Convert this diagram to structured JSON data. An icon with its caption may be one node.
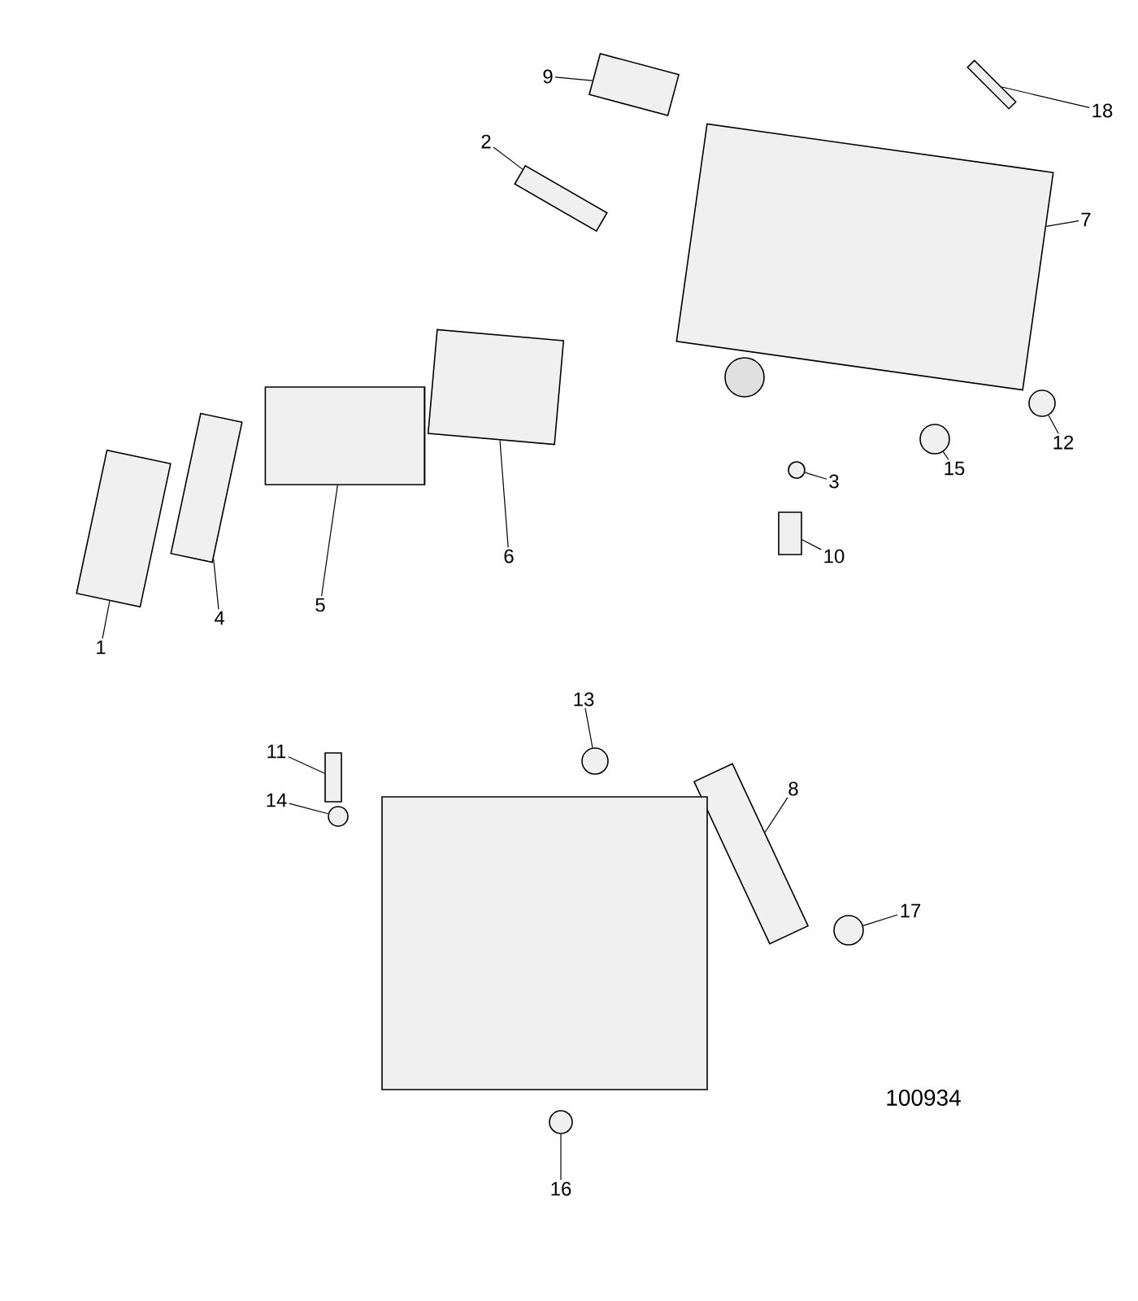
{
  "diagram": {
    "nodes": [
      {
        "text": [
          "1"
        ]
      },
      {
        "text": [],
        "shape": "box"
      },
      {
        "text": [
          "4"
        ]
      },
      {
        "text": [],
        "shape": "box"
      },
      {
        "text": [
          "5"
        ]
      },
      {
        "text": [],
        "shape": "cylinder"
      },
      {
        "text": [
          "6"
        ]
      },
      {
        "text": [],
        "shape": "box"
      },
      {
        "text": [
          "9"
        ]
      },
      {
        "text": [],
        "shape": "box"
      },
      {
        "text": [
          "2"
        ]
      },
      {
        "text": [],
        "shape": "bar"
      },
      {
        "text": [
          "18"
        ]
      },
      {
        "text": [],
        "shape": "bar"
      },
      {
        "text": [
          "7"
        ]
      },
      {
        "text": [],
        "shape": "box"
      },
      {
        "text": [
          "3"
        ]
      },
      {
        "text": [],
        "shape": "circle"
      },
      {
        "text": [
          "10"
        ]
      },
      {
        "text": [],
        "shape": "box"
      },
      {
        "text": [
          "15"
        ]
      },
      {
        "text": [],
        "shape": "circle"
      },
      {
        "text": [
          "12"
        ]
      },
      {
        "text": [],
        "shape": "circle"
      },
      {
        "text": [
          "13"
        ]
      },
      {
        "text": [],
        "shape": "circle"
      },
      {
        "text": [
          "8"
        ]
      },
      {
        "text": [],
        "shape": "bar"
      },
      {
        "text": [
          "17"
        ]
      },
      {
        "text": [],
        "shape": "circle"
      },
      {
        "text": [
          "11"
        ]
      },
      {
        "text": [],
        "shape": "bar"
      },
      {
        "text": [
          "14"
        ]
      },
      {
        "text": [],
        "shape": "circle"
      },
      {
        "text": [
          "16"
        ]
      },
      {
        "text": [],
        "shape": "circle"
      },
      {
        "text": [],
        "shape": "box"
      }
    ],
    "edges": [
      {
        "from": 0,
        "to": 1,
        "arrow": "none"
      },
      {
        "from": 2,
        "to": 3,
        "arrow": "none"
      },
      {
        "from": 4,
        "to": 5,
        "arrow": "none"
      },
      {
        "from": 6,
        "to": 7,
        "arrow": "none"
      },
      {
        "from": 8,
        "to": 9,
        "arrow": "none"
      },
      {
        "from": 10,
        "to": 11,
        "arrow": "none"
      },
      {
        "from": 12,
        "to": 13,
        "arrow": "none"
      },
      {
        "from": 14,
        "to": 15,
        "arrow": "none"
      },
      {
        "from": 16,
        "to": 17,
        "arrow": "none"
      },
      {
        "from": 18,
        "to": 19,
        "arrow": "none"
      },
      {
        "from": 20,
        "to": 21,
        "arrow": "none"
      },
      {
        "from": 22,
        "to": 23,
        "arrow": "none"
      },
      {
        "from": 24,
        "to": 25,
        "arrow": "none"
      },
      {
        "from": 26,
        "to": 27,
        "arrow": "none"
      },
      {
        "from": 28,
        "to": 29,
        "arrow": "none"
      },
      {
        "from": 30,
        "to": 31,
        "arrow": "none"
      },
      {
        "from": 32,
        "to": 33,
        "arrow": "none"
      },
      {
        "from": 34,
        "to": 35,
        "arrow": "none"
      }
    ],
    "labels": [
      "100934"
    ]
  }
}
